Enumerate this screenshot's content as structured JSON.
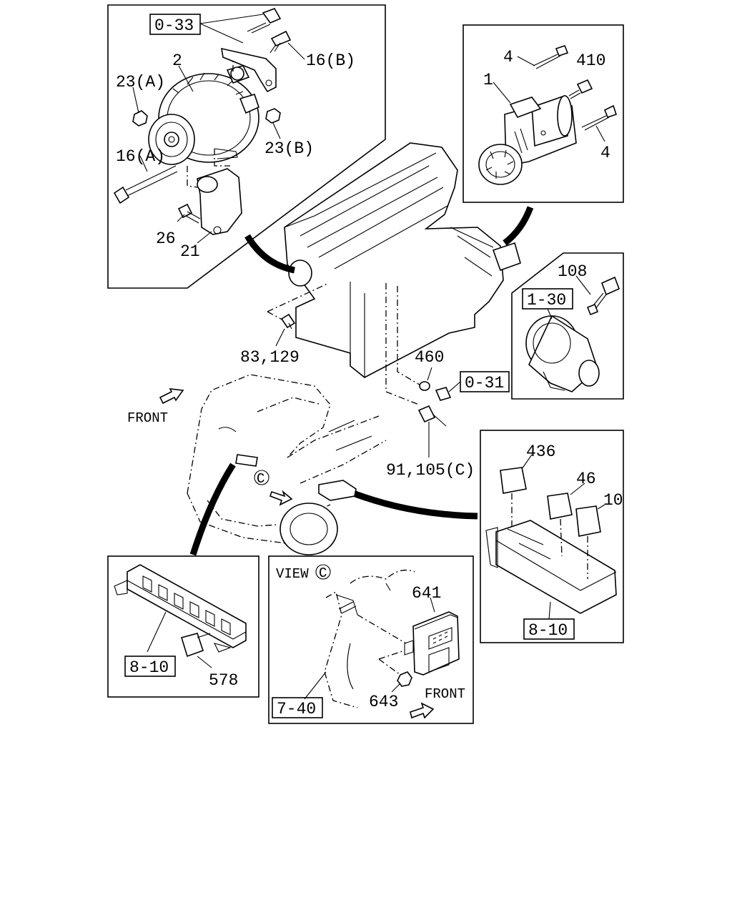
{
  "labels": {
    "ref_0_33": "0-33",
    "p16b": "16(B)",
    "p2": "2",
    "p23a": "23(A)",
    "p23b": "23(B)",
    "p16a": "16(A)",
    "p26": "26",
    "p21": "21",
    "p4_top": "4",
    "p410": "410",
    "p1": "1",
    "p4_bottom": "4",
    "p108": "108",
    "ref_1_30": "1-30",
    "p83_129": "83,129",
    "p460": "460",
    "ref_0_31": "0-31",
    "front_main": "FRONT",
    "p91_105c": "91,105(C)",
    "p436": "436",
    "p46": "46",
    "p10": "10",
    "ref_8_10_right": "8-10",
    "view_label": "VIEW",
    "view_mark": "C",
    "car_mark": "C",
    "p641": "641",
    "ref_7_40": "7-40",
    "p643": "643",
    "front_view": "FRONT",
    "ref_8_10_left": "8-10",
    "p578": "578"
  }
}
